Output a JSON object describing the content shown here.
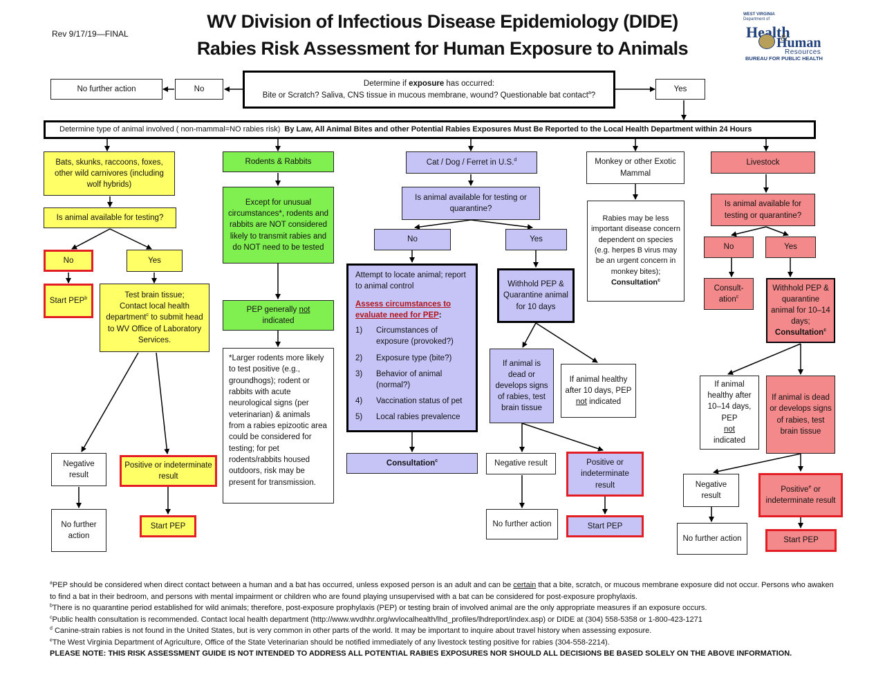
{
  "header": {
    "revision": "Rev 9/17/19—FINAL",
    "title_line1": "WV Division of Infectious Disease Epidemiology (DIDE)",
    "title_line2": "Rabies Risk Assessment for Human Exposure to Animals"
  },
  "logo": {
    "line1": "WEST VIRGINIA",
    "line2": "Department of",
    "line3": "Health",
    "line4": "Human",
    "line5": "Resources",
    "line6": "BUREAU FOR PUBLIC HEALTH",
    "brand_color": "#1f3f7a"
  },
  "top": {
    "no_further_action": "No further action",
    "no": "No",
    "exposure_line1_pre": "Determine if ",
    "exposure_line1_bold": "exposure",
    "exposure_line1_post": " has occurred:",
    "exposure_line2": "Bite or Scratch? Saliva, CNS tissue in mucous membrane, wound? Questionable bat contact",
    "exposure_line2_sup": "a",
    "exposure_line2_end": "?",
    "yes": "Yes"
  },
  "banner": {
    "left": "Determine type of animal involved  ( non-mammal=NO rabies risk)",
    "right": "By Law, All Animal Bites and other Potential Rabies Exposures Must Be Reported to the Local Health Department within 24 Hours"
  },
  "bats": {
    "category": "Bats, skunks, raccoons, foxes, other wild carnivores (including wolf hybrids)",
    "question": "Is animal available for testing?",
    "no": "No",
    "yes": "Yes",
    "start_pep_pre": "Start PEP",
    "start_pep_sup": "b",
    "test_line1": "Test brain tissue;",
    "test_line2_pre": "Contact local health department",
    "test_line2_sup": "c",
    "test_line2_post": " to submit head to WV Office of Laboratory Services.",
    "negative": "Negative result",
    "positive": "Positive or indeterminate result",
    "no_further": "No further action",
    "start_pep": "Start PEP"
  },
  "rodents": {
    "category": "Rodents  &  Rabbits",
    "note": "Except for unusual circumstances*, rodents and rabbits are NOT considered likely to transmit rabies and do NOT need to be tested",
    "pep_pre": "PEP  generally ",
    "pep_not": "not",
    "pep_post": " indicated",
    "footnote": "*Larger rodents more likely to test positive (e.g., groundhogs); rodent or rabbits with acute neurological signs (per veterinarian) & animals from a rabies epizootic area could be considered for testing; for pet rodents/rabbits housed outdoors, risk may be present for transmission."
  },
  "pets": {
    "category": "Cat / Dog / Ferret in U.S.",
    "category_sup": "d",
    "question": "Is animal available for testing or quarantine?",
    "no": "No",
    "yes": "Yes",
    "attempt": "Attempt to locate animal; report to animal control",
    "assess": "Assess circumstances to evaluate need for PEP",
    "assess_end": ":",
    "criteria": [
      {
        "n": "1)",
        "t": "Circumstances of exposure (provoked?)"
      },
      {
        "n": "2)",
        "t": "Exposure type (bite?)"
      },
      {
        "n": "3)",
        "t": "Behavior of animal (normal?)"
      },
      {
        "n": "4)",
        "t": "Vaccination status of pet"
      },
      {
        "n": "5)",
        "t": "Local rabies prevalence"
      }
    ],
    "consultation": "Consultation",
    "consultation_sup": "c",
    "withhold": "Withhold PEP & Quarantine animal for 10 days",
    "dead": "If animal is dead or develops signs of rabies, test brain tissue",
    "healthy_pre": "If animal healthy after 10 days, PEP ",
    "healthy_not": "not",
    "healthy_post": " indicated",
    "negative": "Negative result",
    "positive": "Positive or indeterminate result",
    "no_further": "No further action",
    "start_pep": "Start PEP"
  },
  "monkey": {
    "category": "Monkey or other Exotic Mammal",
    "note": "Rabies may be less important disease concern dependent on species (e.g. herpes B virus may be an urgent concern in monkey bites);",
    "consultation": "Consultation",
    "consultation_sup": "c"
  },
  "livestock": {
    "category": "Livestock",
    "question": "Is animal available for testing or quarantine?",
    "no": "No",
    "yes": "Yes",
    "consult": "Consult-ation",
    "consult_sup": "c",
    "withhold": "Withhold PEP & quarantine animal for 10–14 days;",
    "withhold_bold": "Consultation",
    "withhold_sup": "c",
    "healthy_pre": "If animal healthy after 10–14 days, PEP ",
    "healthy_not": "not",
    "healthy_post": " indicated",
    "dead": "If animal is dead or develops signs of rabies, test brain tissue",
    "negative": "Negative result",
    "positive_pre": "Positive",
    "positive_sup": "e",
    "positive_post": " or indeterminate result",
    "no_further": "No further action",
    "start_pep": "Start PEP"
  },
  "footnotes": {
    "a_sup": "a",
    "a_pre": "PEP should be considered when direct contact between a human and a bat has occurred, unless exposed person is an adult and can be ",
    "a_ul": "certain",
    "a_post": " that a bite, scratch, or mucous membrane exposure did not occur.  Persons who awaken to find a bat in their bedroom, and persons with mental impairment or children who are found playing unsupervised with a bat can be considered for post-exposure prophylaxis.",
    "b_sup": "b",
    "b": "There is no quarantine period established for wild animals; therefore, post-exposure prophylaxis (PEP) or testing brain of involved animal are the only appropriate measures if an exposure occurs.",
    "c_sup": "c",
    "c": "Public health consultation is recommended.  Contact local health department (http://www.wvdhhr.org/wvlocalhealth/lhd_profiles/lhdreport/index.asp) or DIDE at (304) 558-5358 or 1-800-423-1271",
    "d_sup": "d",
    "d": " Canine-strain  rabies is not found in the United States, but is very common in other parts of the world.  It may be important to inquire about travel history when assessing exposure.",
    "e_sup": "e",
    "e": "The West Virginia Department of Agriculture, Office of the State Veterinarian should be notified immediately of any livestock testing positive for rabies (304-558-2214).",
    "note": "PLEASE NOTE:  THIS RISK ASSESSMENT GUIDE IS NOT INTENDED TO ADDRESS ALL POTENTIAL RABIES EXPOSURES NOR SHOULD ALL DECISIONS BE BASED SOLELY ON THE ABOVE INFORMATION."
  },
  "colors": {
    "yellow": "#ffff66",
    "green": "#80ef50",
    "lavender": "#c6c4f7",
    "pink": "#f4898b",
    "red_border": "#e31d24"
  }
}
